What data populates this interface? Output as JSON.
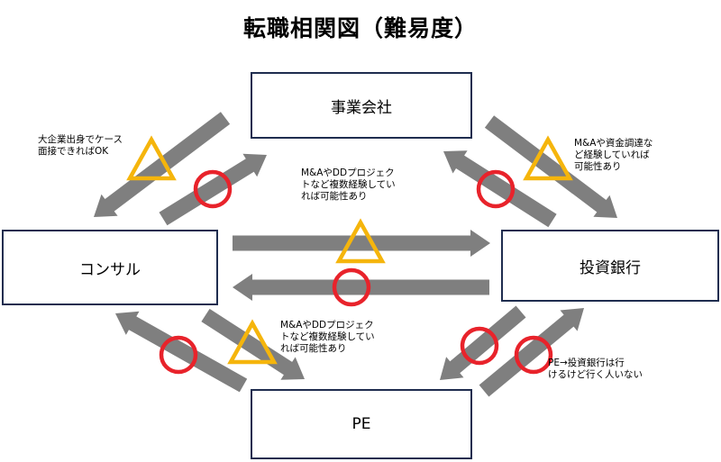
{
  "title": "転職相関図（難易度）",
  "nodes": {
    "company": "事業会社",
    "consulting": "コンサル",
    "investment_bank": "投資銀行",
    "pe": "PE"
  },
  "notes": {
    "consulting_to_company": "大企業出身でケース\n面接できればOK",
    "company_ib": "M&Aや資金調達な\nど経験していれば\n可能性あり",
    "consulting_ib": "M&AやDDプロジェク\nトなど複数経験してい\nれば可能性あり",
    "consulting_pe": "M&AやDDプロジェク\nトなど複数経験してい\nれば可能性あり",
    "pe_ib": "PE→投資銀行は行\nけるけど行く人いない"
  },
  "legend_marks": {
    "circle": "circle-possible",
    "triangle": "triangle-conditional"
  },
  "colors": {
    "arrow": "#7f7f7f",
    "circle": "#e8232b",
    "triangle": "#f5b50c",
    "box_border": "#1f2d4f"
  },
  "transitions": [
    {
      "from": "company",
      "to": "consulting",
      "mark": "triangle"
    },
    {
      "from": "consulting",
      "to": "company",
      "mark": "circle"
    },
    {
      "from": "company",
      "to": "investment_bank",
      "mark": "triangle"
    },
    {
      "from": "investment_bank",
      "to": "company",
      "mark": "circle"
    },
    {
      "from": "consulting",
      "to": "investment_bank",
      "mark": "triangle"
    },
    {
      "from": "investment_bank",
      "to": "consulting",
      "mark": "circle"
    },
    {
      "from": "pe",
      "to": "consulting",
      "mark": "circle"
    },
    {
      "from": "consulting",
      "to": "pe",
      "mark": "triangle"
    },
    {
      "from": "investment_bank",
      "to": "pe",
      "mark": "circle"
    },
    {
      "from": "pe",
      "to": "investment_bank",
      "mark": "circle"
    }
  ]
}
